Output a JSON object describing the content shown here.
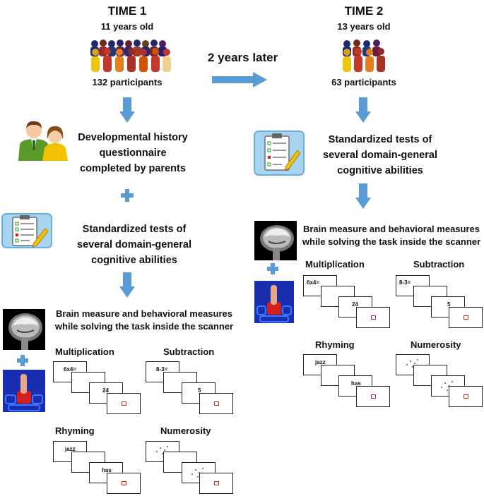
{
  "time1": {
    "title": "TIME 1",
    "age": "11 years old",
    "participants": "132 participants",
    "questionnaire": [
      "Developmental history",
      "questionnaire",
      "completed by parents"
    ],
    "tests": [
      "Standardized tests of",
      "several domain-general",
      "cognitive abilities"
    ],
    "brain": [
      "Brain measure and behavioral measures",
      "while solving the task inside the scanner"
    ],
    "tasks": {
      "multiplication": {
        "label": "Multiplication",
        "first": "6x4=",
        "second": "24"
      },
      "subtraction": {
        "label": "Subtraction",
        "first": "8-3=",
        "second": "5"
      },
      "rhyming": {
        "label": "Rhyming",
        "first": "jazz",
        "second": "has"
      },
      "numerosity": {
        "label": "Numerosity"
      }
    }
  },
  "time2": {
    "title": "TIME 2",
    "age": "13 years old",
    "participants": "63 participants",
    "tests": [
      "Standardized tests of",
      "several domain-general",
      "cognitive abilities"
    ],
    "brain": [
      "Brain measure and behavioral measures",
      "while solving the task inside the scanner"
    ],
    "tasks": {
      "multiplication": {
        "label": "Multiplication",
        "first": "6x4=",
        "second": "24"
      },
      "subtraction": {
        "label": "Subtraction",
        "first": "8-3=",
        "second": "5"
      },
      "rhyming": {
        "label": "Rhyming",
        "first": "jazz",
        "second": "has"
      },
      "numerosity": {
        "label": "Numerosity"
      }
    }
  },
  "between": "2 years later",
  "colors": {
    "arrow": "#5b9bd5",
    "plus": "#5b9bd5",
    "red": "#d52020"
  },
  "icons": [
    "crowd-icon",
    "parents-icon",
    "clipboard-icon",
    "mri-brain-icon",
    "button-press-icon"
  ]
}
